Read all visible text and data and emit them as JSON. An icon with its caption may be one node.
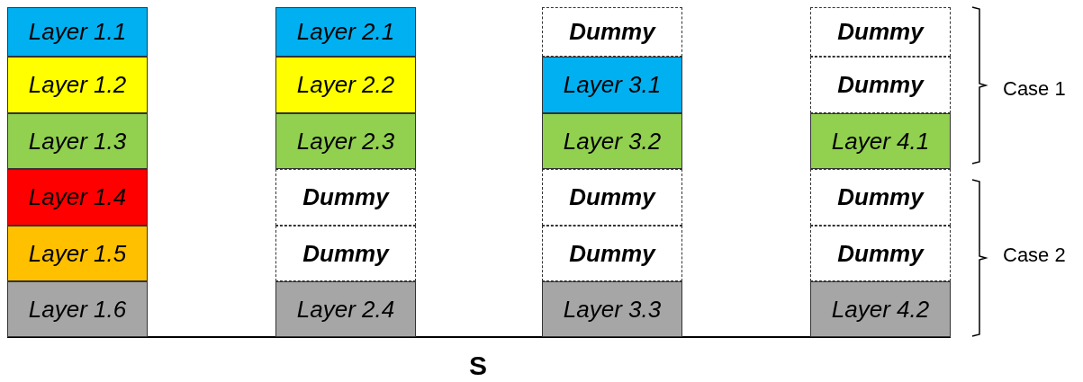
{
  "diagram": {
    "nodes": [
      {
        "text": [
          "Layer 1.1"
        ]
      },
      {
        "text": [
          "Layer 1.2"
        ]
      },
      {
        "text": [
          "Layer 1.3"
        ]
      },
      {
        "text": [
          "Layer 1.4"
        ]
      },
      {
        "text": [
          "Layer 1.5"
        ]
      },
      {
        "text": [
          "Layer 1.6"
        ]
      },
      {
        "text": [
          "Layer 2.1"
        ]
      },
      {
        "text": [
          "Layer 2.2"
        ]
      },
      {
        "text": [
          "Layer 2.3"
        ]
      },
      {
        "text": [
          "Dummy"
        ]
      },
      {
        "text": [
          "Dummy"
        ]
      },
      {
        "text": [
          "Layer 2.4"
        ]
      },
      {
        "text": [
          "Dummy"
        ]
      },
      {
        "text": [
          "Layer 3.1"
        ]
      },
      {
        "text": [
          "Layer 3.2"
        ]
      },
      {
        "text": [
          "Dummy"
        ]
      },
      {
        "text": [
          "Dummy"
        ]
      },
      {
        "text": [
          "Layer 3.3"
        ]
      },
      {
        "text": [
          "Dummy"
        ]
      },
      {
        "text": [
          "Dummy"
        ]
      },
      {
        "text": [
          "Layer 4.1"
        ]
      },
      {
        "text": [
          "Dummy"
        ]
      },
      {
        "text": [
          "Dummy"
        ]
      },
      {
        "text": [
          "Layer 4.2"
        ]
      }
    ],
    "labels": [
      "Case 1",
      "Case 2",
      "S"
    ]
  }
}
